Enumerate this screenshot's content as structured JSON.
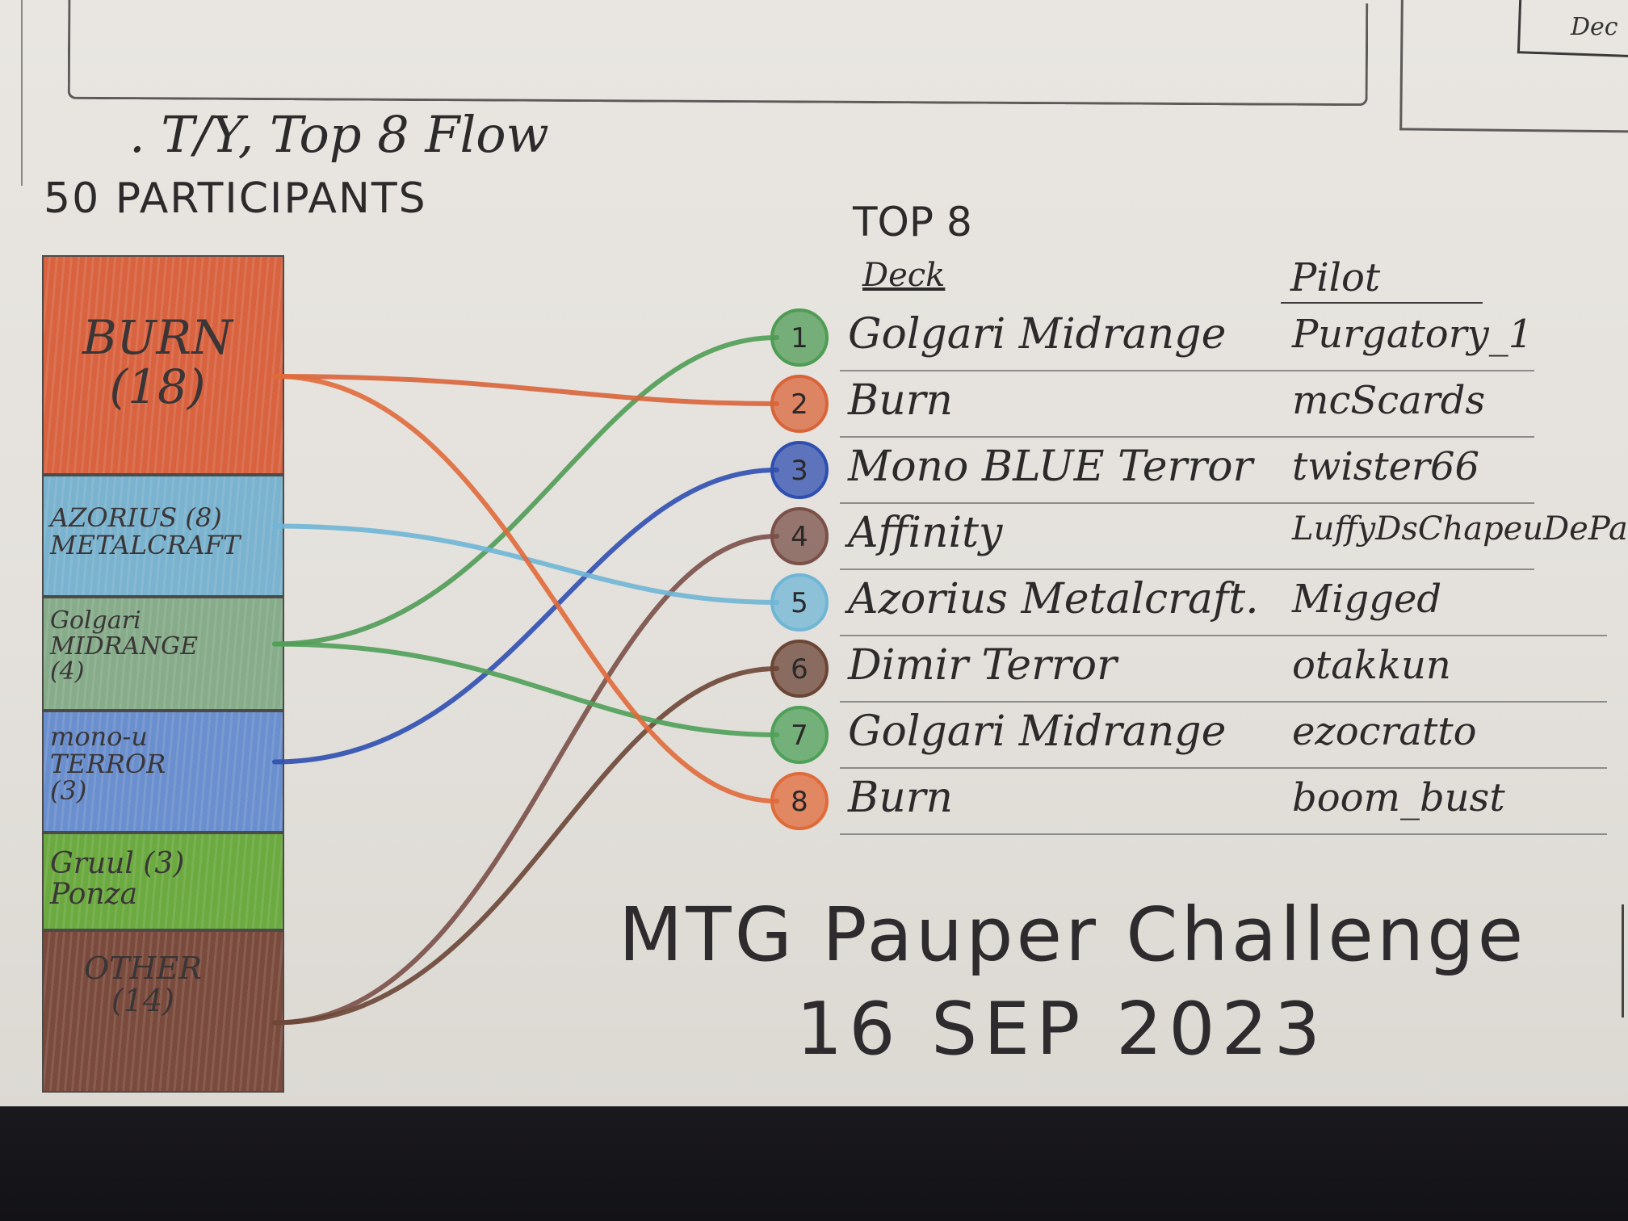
{
  "heading": {
    "line1": ". T/Y, Top 8 Flow",
    "line2": "50 PARTICIPANTS"
  },
  "corner_text": "Dec",
  "field": {
    "segments": [
      {
        "label": "BURN\n(18)",
        "count": 18,
        "color": "#d9623f"
      },
      {
        "label": "AZORIUS (8)\nMETALCRAFT",
        "count": 8,
        "color": "#79b3cf"
      },
      {
        "label": "Golgari\nMIDRANGE\n(4)",
        "count": 4,
        "color": "#86ac8a"
      },
      {
        "label": "mono-u\nTERROR\n(3)",
        "count": 3,
        "color": "#6a8fcf"
      },
      {
        "label": "Gruul (3)\nPonza",
        "count": 3,
        "color": "#6aaa3f"
      },
      {
        "label": "OTHER\n(14)",
        "count": 14,
        "color": "#7a4a3c"
      }
    ]
  },
  "top8": {
    "title": "TOP 8",
    "deck_header": "Deck",
    "pilot_header": "Pilot",
    "rows": [
      {
        "rank": "1",
        "deck": "Golgari Midrange",
        "pilot": "Purgatory_1",
        "color": "#4f9c55",
        "source": 2
      },
      {
        "rank": "2",
        "deck": "Burn",
        "pilot": "mcScards",
        "color": "#d9643a",
        "source": 0
      },
      {
        "rank": "3",
        "deck": "Mono BLUE Terror",
        "pilot": "twister66",
        "color": "#2f4fb0",
        "source": 3
      },
      {
        "rank": "4",
        "deck": "Affinity",
        "pilot": "LuffyDsChapeuDePalha",
        "color": "#7a5048",
        "source": 5
      },
      {
        "rank": "5",
        "deck": "Azorius Metalcraft.",
        "pilot": "Migged",
        "color": "#6fb6d6",
        "source": 1
      },
      {
        "rank": "6",
        "deck": "Dimir Terror",
        "pilot": "otakkun",
        "color": "#6b4636",
        "source": 5
      },
      {
        "rank": "7",
        "deck": "Golgari Midrange",
        "pilot": "ezocratto",
        "color": "#4fa058",
        "source": 2
      },
      {
        "rank": "8",
        "deck": "Burn",
        "pilot": "boom_bust",
        "color": "#e06a3a",
        "source": 0
      }
    ]
  },
  "event": {
    "title": "MTG Pauper Challenge",
    "date": "16 SEP 2023"
  }
}
